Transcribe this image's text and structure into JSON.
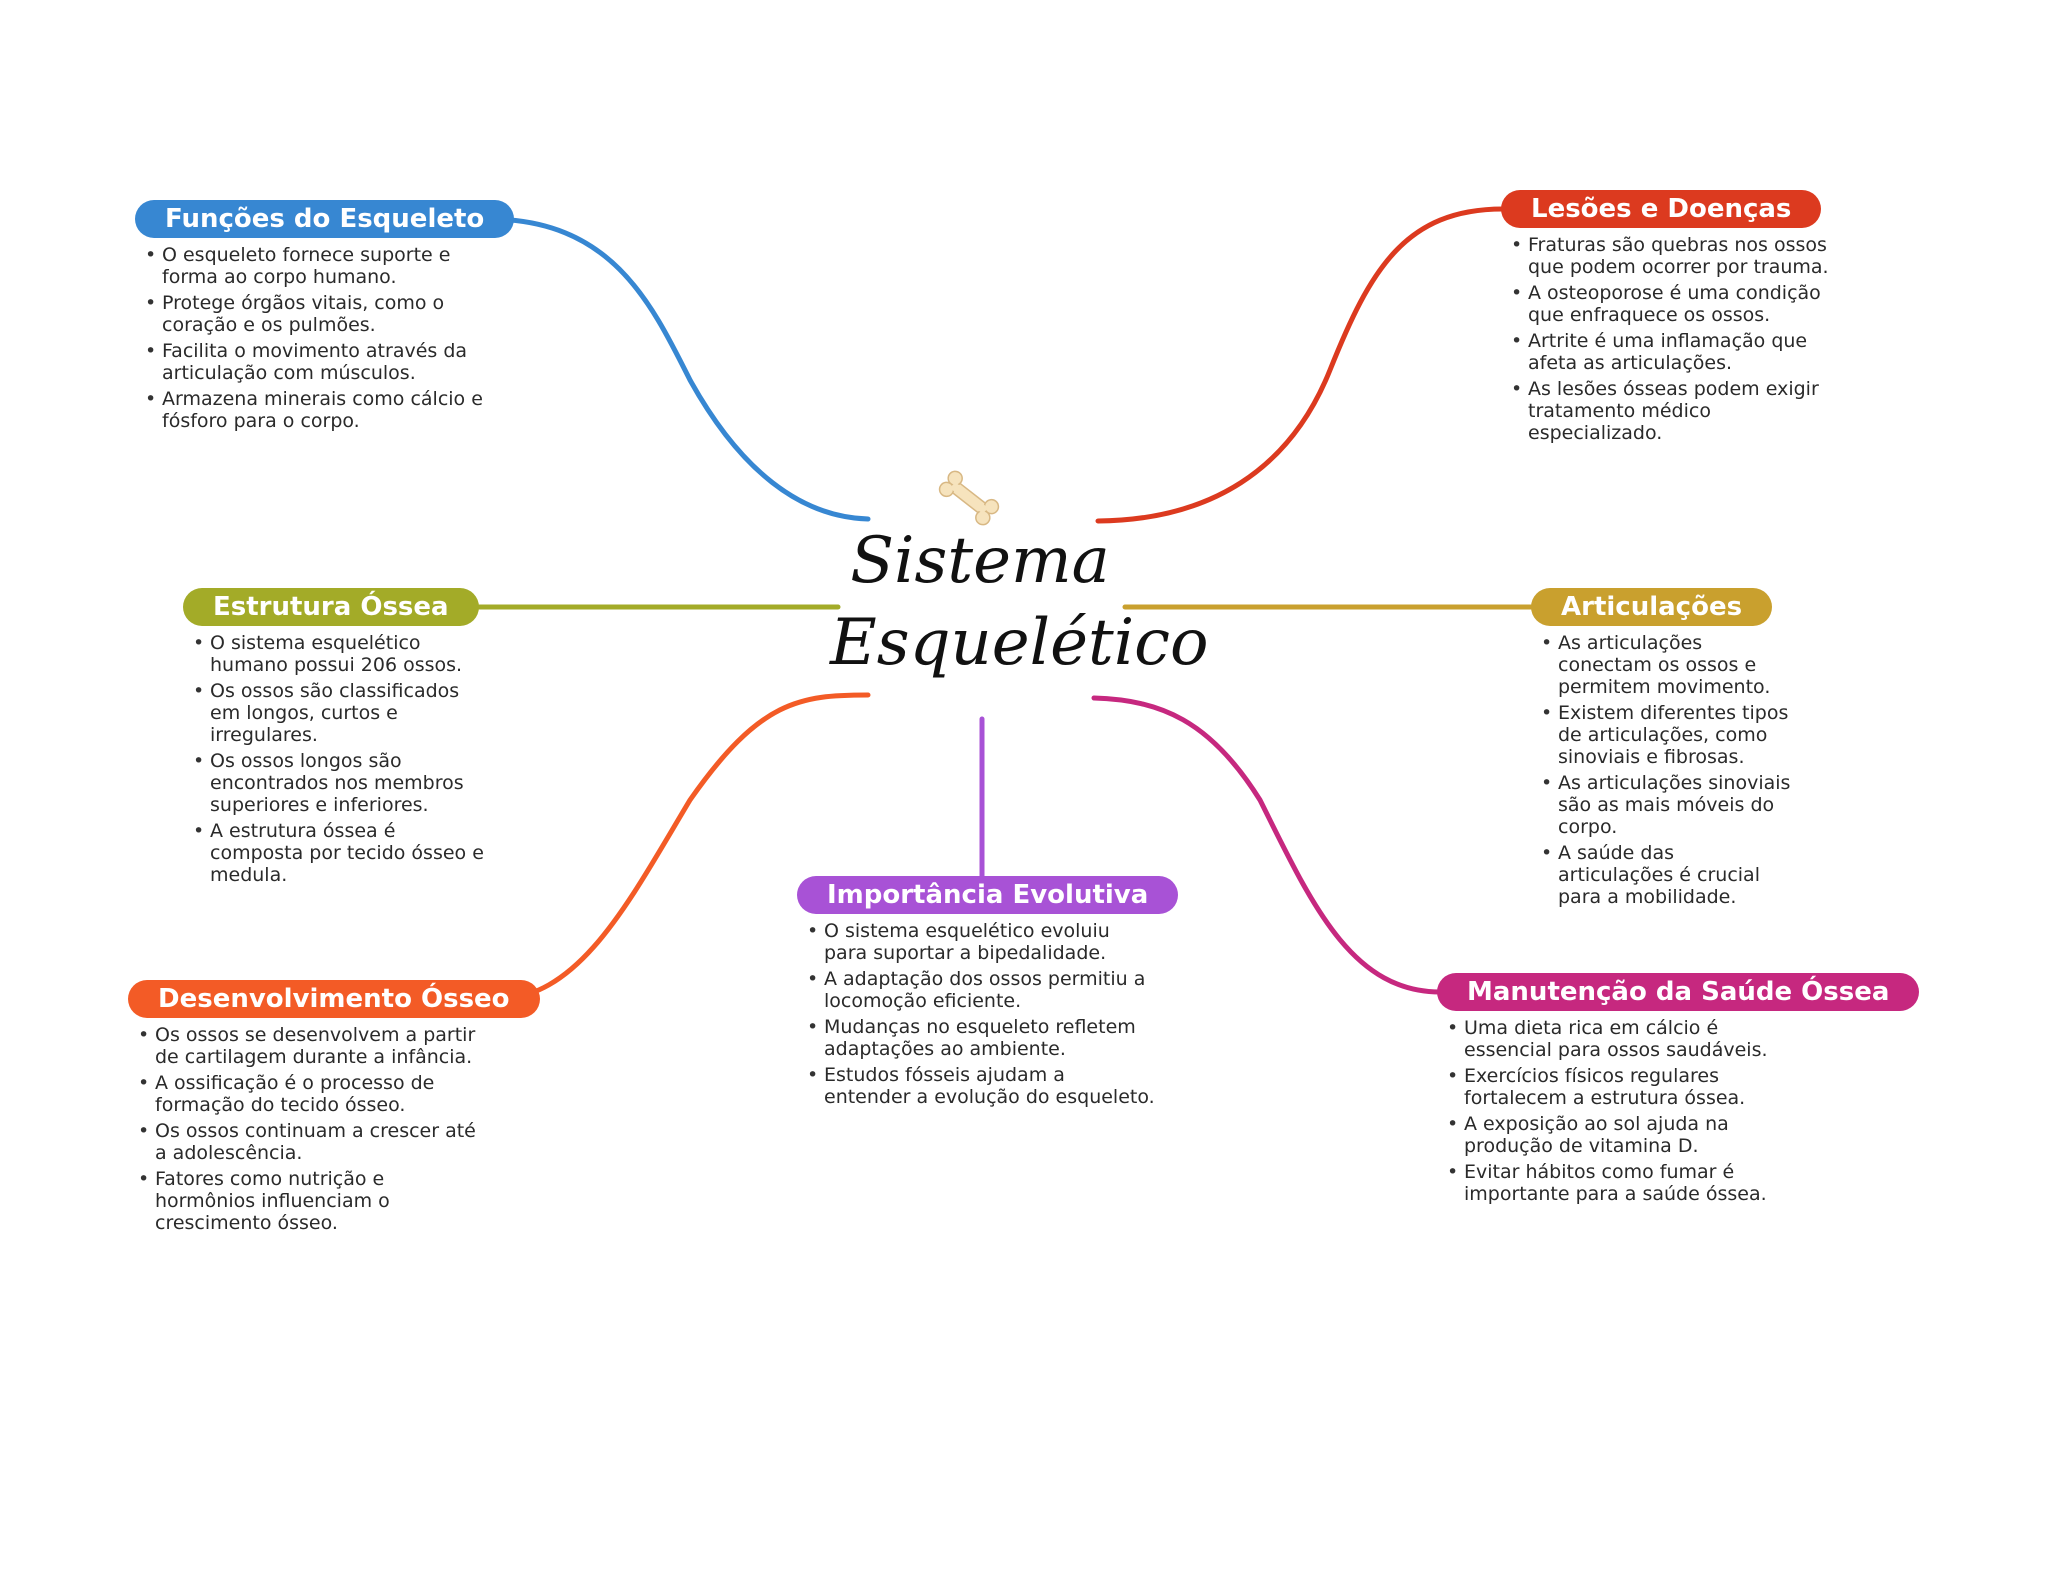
{
  "center": {
    "line1": "Sistema",
    "line2": "Esquelético",
    "icon": "bone-icon"
  },
  "branches": [
    {
      "key": "funcoes",
      "title": "Funções do Esqueleto",
      "color": "#3787d2",
      "items": [
        "O esqueleto fornece suporte e forma ao corpo humano.",
        "Protege órgãos vitais, como o coração e os pulmões.",
        "Facilita o movimento através da articulação com músculos.",
        "Armazena minerais como cálcio e fósforo para o corpo."
      ]
    },
    {
      "key": "lesoes",
      "title": "Lesões e Doenças",
      "color": "#dc3a1f",
      "items": [
        "Fraturas são quebras nos ossos que podem ocorrer por trauma.",
        "A osteoporose é uma condição que enfraquece os ossos.",
        "Artrite é uma inflamação que afeta as articulações.",
        "As lesões ósseas podem exigir tratamento médico especializado."
      ]
    },
    {
      "key": "estrutura",
      "title": "Estrutura Óssea",
      "color": "#a3ab28",
      "items": [
        "O sistema esquelético humano possui 206 ossos.",
        "Os ossos são classificados em longos, curtos e irregulares.",
        "Os ossos longos são encontrados nos membros superiores e inferiores.",
        "A estrutura óssea é composta por tecido ósseo e medula."
      ]
    },
    {
      "key": "articulacoes",
      "title": "Articulações",
      "color": "#c9a02e",
      "items": [
        "As articulações conectam os ossos e permitem movimento.",
        "Existem diferentes tipos de articulações, como sinoviais e fibrosas.",
        "As articulações sinoviais são as mais móveis do corpo.",
        "A saúde das articulações é crucial para a mobilidade."
      ]
    },
    {
      "key": "desenvolvimento",
      "title": "Desenvolvimento Ósseo",
      "color": "#f35b26",
      "items": [
        "Os ossos se desenvolvem a partir de cartilagem durante a infância.",
        "A ossificação é o processo de formação do tecido ósseo.",
        "Os ossos continuam a crescer até a adolescência.",
        "Fatores como nutrição e hormônios influenciam o crescimento ósseo."
      ]
    },
    {
      "key": "evolutiva",
      "title": "Importância Evolutiva",
      "color": "#a852d6",
      "items": [
        "O sistema esquelético evoluiu para suportar a bipedalidade.",
        "A adaptação dos ossos permitiu a locomoção eficiente.",
        "Mudanças no esqueleto refletem adaptações ao ambiente.",
        "Estudos fósseis ajudam a entender a evolução do esqueleto."
      ]
    },
    {
      "key": "manutencao",
      "title": "Manutenção da Saúde Óssea",
      "color": "#c6287f",
      "items": [
        "Uma dieta rica em cálcio é essencial para ossos saudáveis.",
        "Exercícios físicos regulares fortalecem a estrutura óssea.",
        "A exposição ao sol ajuda na produção de vitamina D.",
        "Evitar hábitos como fumar é importante para a saúde óssea."
      ]
    }
  ]
}
